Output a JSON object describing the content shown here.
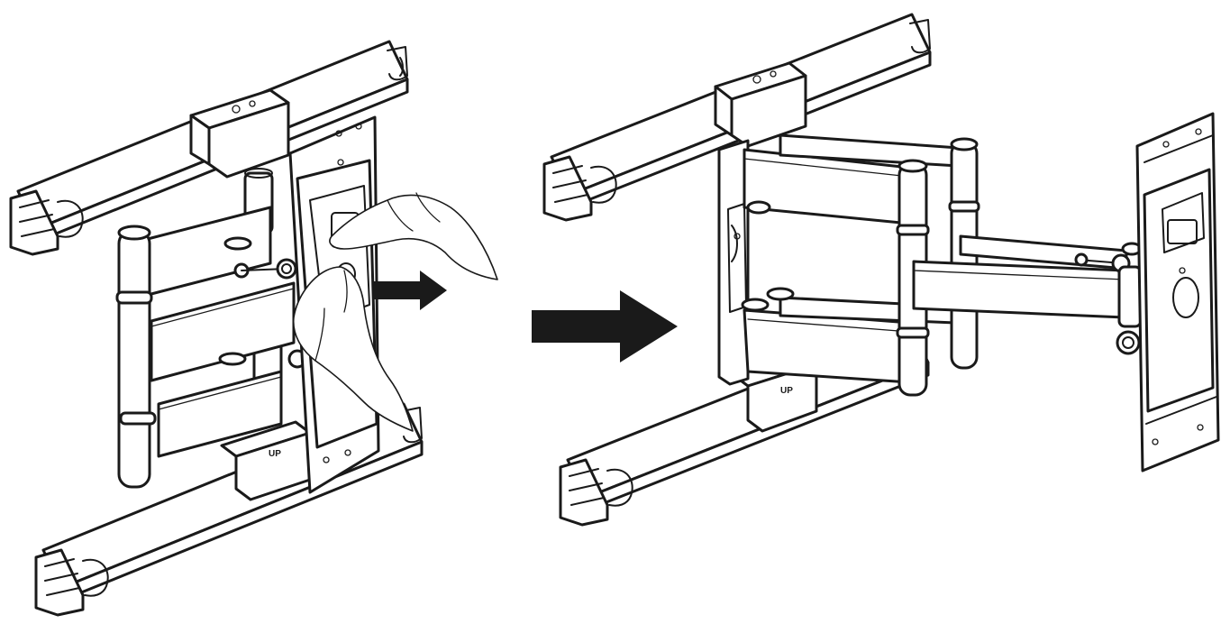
{
  "figure": {
    "plate_stamp": "UP",
    "ink_color": "#1a1a1a",
    "background_color": "#ffffff",
    "icons": [
      "mount-folded-view",
      "mount-extended-view",
      "pull-direction-arrow",
      "transition-arrow",
      "hand"
    ]
  }
}
